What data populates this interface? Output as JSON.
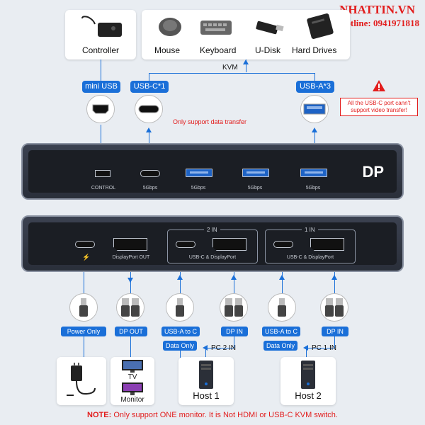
{
  "watermark": {
    "brand": "NHATTIN.VN",
    "hotline": "Hotline: 0941971818"
  },
  "peripherals": {
    "controller": "Controller",
    "items": [
      "Mouse",
      "Keyboard",
      "U-Disk",
      "Hard Drives"
    ]
  },
  "kvm_label": "KVM",
  "ports_top": {
    "mini_usb": "mini USB",
    "usb_c": "USB-C*1",
    "usb_a": "USB-A*3"
  },
  "notes": {
    "data_only": "Only support data transfer",
    "warning": "All the USB-C port cann't support video transfer!"
  },
  "front_panel": {
    "brand": "DP",
    "labels": [
      "CONTROL",
      "5Gbps",
      "5Gbps",
      "5Gbps",
      "5Gbps"
    ]
  },
  "back_panel": {
    "displayport_out": "DisplayPort OUT",
    "group2_title": "2 IN",
    "group1_title": "1 IN",
    "group_subtitle": "USB-C & DisplayPort"
  },
  "cables": {
    "power_only": "Power Only",
    "dp_out": "DP OUT",
    "usba_to_c_1": "USB-A to C",
    "dp_in_1": "DP IN",
    "usba_to_c_2": "USB-A to C",
    "dp_in_2": "DP IN",
    "data_only_1": "Data Only",
    "data_only_2": "Data Only",
    "pc2_in": "PC 2 IN",
    "pc1_in": "PC 1 IN"
  },
  "bottom": {
    "tv": "TV",
    "monitor": "Monitor",
    "host1": "Host 1",
    "host2": "Host 2",
    "note_prefix": "NOTE:",
    "note_text": " Only support ONE monitor. It is Not HDMI or USB-C KVM switch."
  },
  "colors": {
    "accent": "#1a6fd8",
    "warning": "#e21d1d"
  }
}
